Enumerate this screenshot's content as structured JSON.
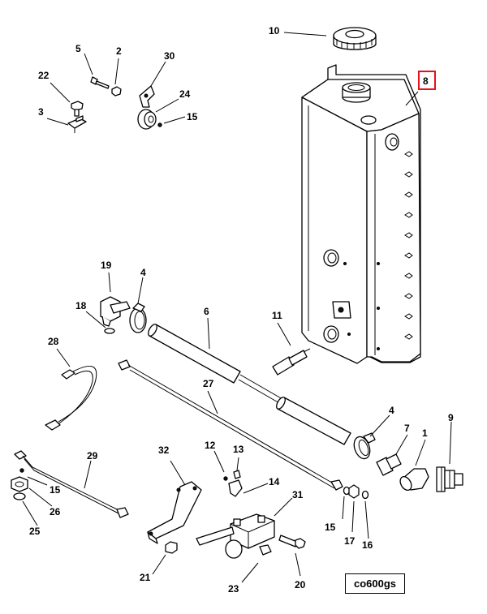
{
  "figure_code": "co600gs",
  "highlighted_callout": "8",
  "callouts": {
    "c1": "1",
    "c2": "2",
    "c3": "3",
    "c4a": "4",
    "c4b": "4",
    "c5": "5",
    "c6": "6",
    "c7": "7",
    "c8": "8",
    "c9": "9",
    "c10": "10",
    "c11": "11",
    "c12": "12",
    "c13": "13",
    "c14": "14",
    "c15a": "15",
    "c15b": "15",
    "c15c": "15",
    "c16": "16",
    "c17": "17",
    "c18": "18",
    "c19": "19",
    "c20": "20",
    "c21": "21",
    "c22": "22",
    "c23": "23",
    "c24": "24",
    "c25": "25",
    "c26": "26",
    "c27": "27",
    "c28": "28",
    "c29": "29",
    "c30": "30",
    "c31": "31",
    "c32": "32"
  },
  "colors": {
    "highlight_box": "#e8101c",
    "line": "#000000",
    "background": "#ffffff"
  }
}
